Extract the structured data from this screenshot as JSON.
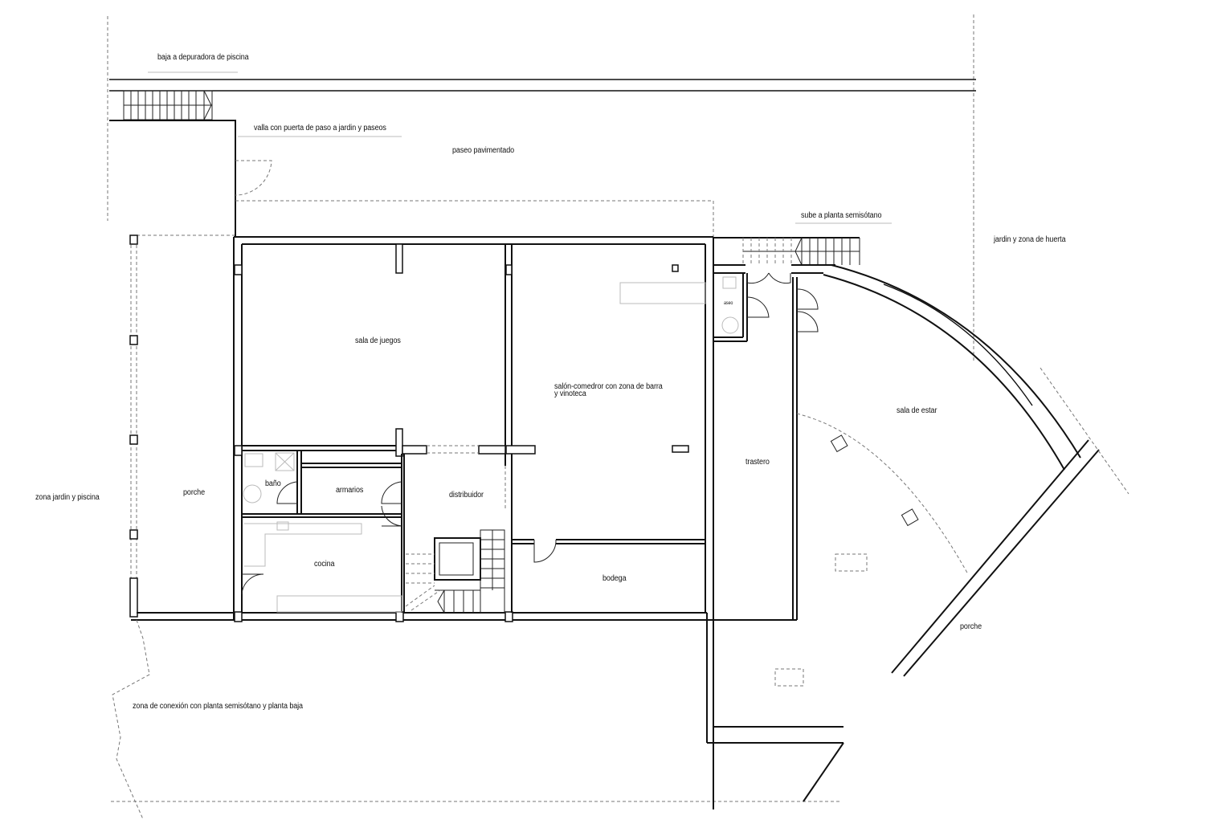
{
  "plan": {
    "annotations": {
      "pool_stair": "baja a depuradora de piscina",
      "fence": "valla con puerta de paso a jardin y paseos",
      "paved_path": "paseo pavimentado",
      "up_stair": "sube a planta semisótano",
      "garden_orchard": "jardin y zona de huerta",
      "garden_pool": "zona jardin y piscina",
      "connection_zone": "zona de conexión con planta semisótano y planta baja"
    },
    "rooms": {
      "porch_west": "porche",
      "game_room": "sala de juegos",
      "living_dining": "salón-comedror con zona de barra\ny vinoteca",
      "bathroom": "baño",
      "closets": "armarios",
      "hall": "distribuidor",
      "kitchen": "cocina",
      "cellar": "bodega",
      "storage": "trastero",
      "toilet": "aseo",
      "sitting_room": "sala de estar",
      "porch_east": "porche"
    }
  }
}
